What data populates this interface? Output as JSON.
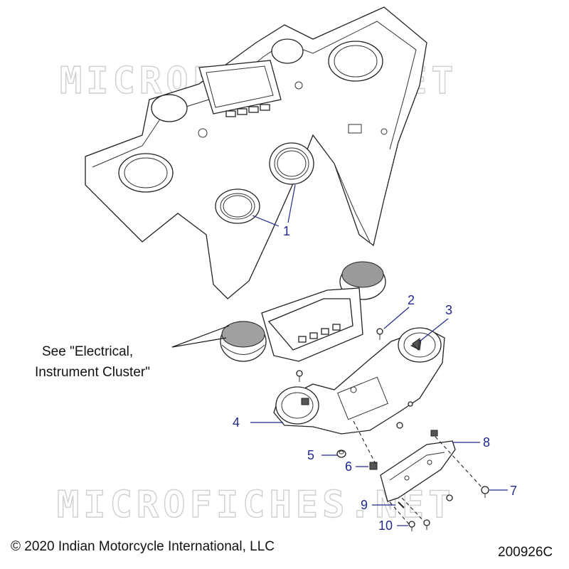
{
  "watermark": "MICROFICHES.NET",
  "note_line1": "See \"Electrical,",
  "note_line2": "Instrument Cluster\"",
  "copyright": "© 2020 Indian Motorcycle International, LLC",
  "document_id": "200926C",
  "callouts": {
    "c1": "1",
    "c2": "2",
    "c3": "3",
    "c4": "4",
    "c5": "5",
    "c6": "6",
    "c7": "7",
    "c8": "8",
    "c9": "9",
    "c10": "10"
  },
  "colors": {
    "callout": "#1f2a8c",
    "watermark": "#cfcfcf"
  }
}
